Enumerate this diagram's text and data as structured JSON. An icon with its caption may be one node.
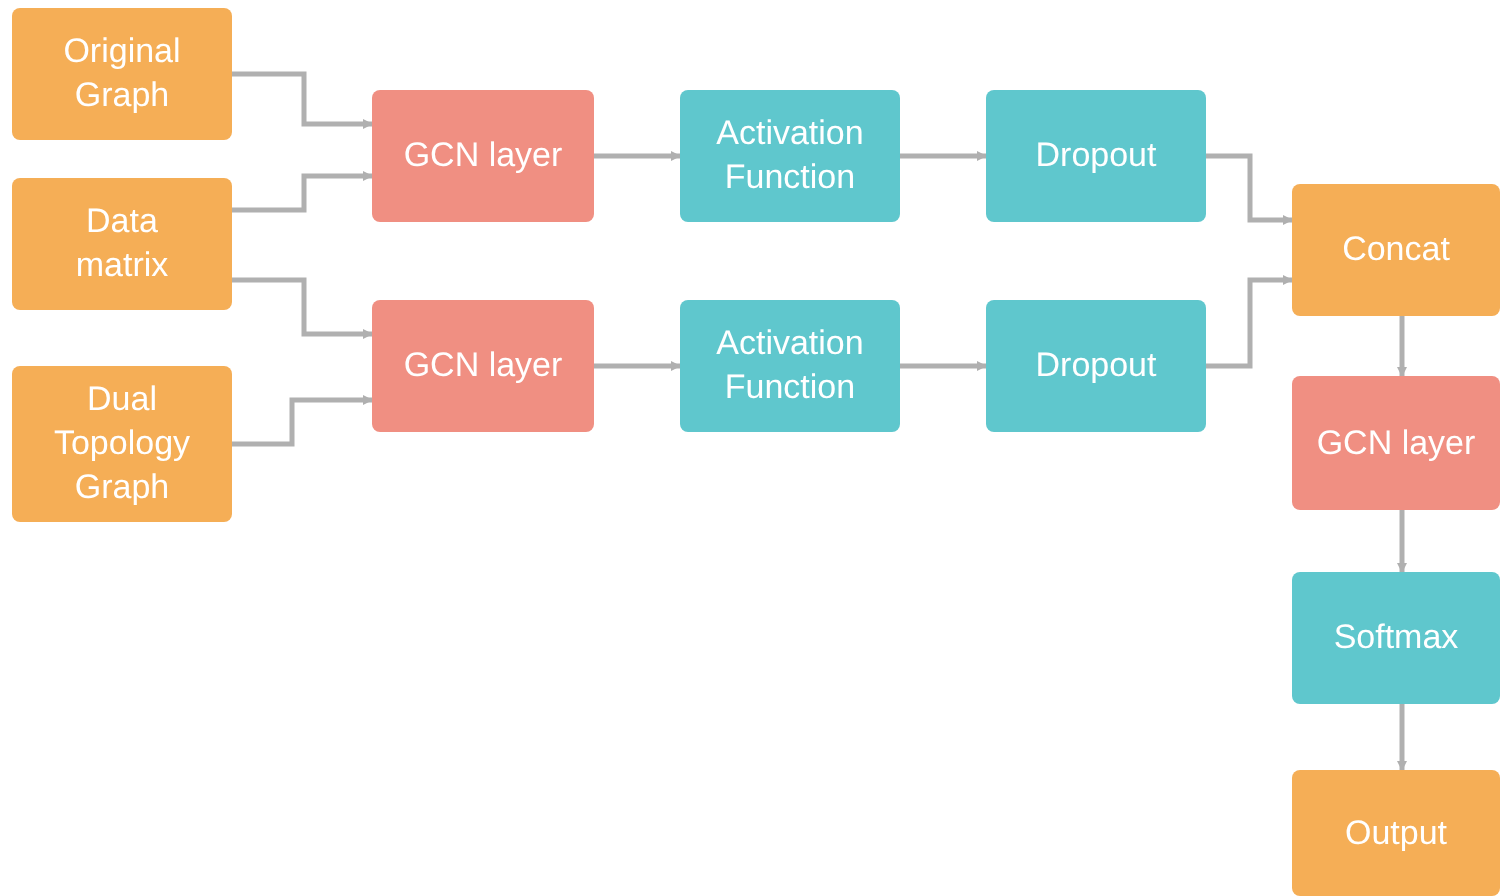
{
  "diagram": {
    "nodes": [
      {
        "text": [
          "Original Graph"
        ]
      },
      {
        "text": [
          "Data matrix"
        ]
      },
      {
        "text": [
          "Dual Topology Graph"
        ]
      },
      {
        "text": [
          "GCN layer"
        ]
      },
      {
        "text": [
          "Activation Function"
        ]
      },
      {
        "text": [
          "Dropout"
        ]
      },
      {
        "text": [
          "GCN layer"
        ]
      },
      {
        "text": [
          "Activation Function"
        ]
      },
      {
        "text": [
          "Dropout"
        ]
      },
      {
        "text": [
          "Concat"
        ]
      },
      {
        "text": [
          "GCN layer"
        ]
      },
      {
        "text": [
          "Softmax"
        ]
      },
      {
        "text": [
          "Output"
        ]
      }
    ],
    "edges": [
      {
        "from": 0,
        "to": 3,
        "arrow": "to"
      },
      {
        "from": 1,
        "to": 3,
        "arrow": "to"
      },
      {
        "from": 1,
        "to": 6,
        "arrow": "to"
      },
      {
        "from": 2,
        "to": 6,
        "arrow": "to"
      },
      {
        "from": 3,
        "to": 4,
        "arrow": "to"
      },
      {
        "from": 4,
        "to": 5,
        "arrow": "to"
      },
      {
        "from": 6,
        "to": 7,
        "arrow": "to"
      },
      {
        "from": 7,
        "to": 8,
        "arrow": "to"
      },
      {
        "from": 5,
        "to": 9,
        "arrow": "to"
      },
      {
        "from": 8,
        "to": 9,
        "arrow": "to"
      },
      {
        "from": 9,
        "to": 10,
        "arrow": "to"
      },
      {
        "from": 10,
        "to": 11,
        "arrow": "to"
      },
      {
        "from": 11,
        "to": 12,
        "arrow": "to"
      }
    ]
  }
}
